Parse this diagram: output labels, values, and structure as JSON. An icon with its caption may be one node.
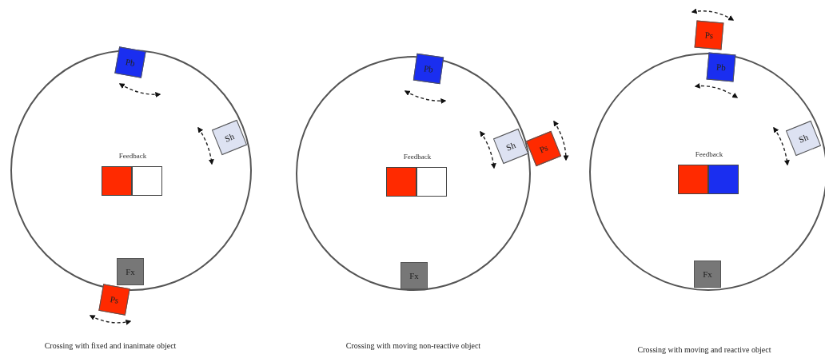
{
  "diagram": {
    "nodes": [
      {
        "text": [
          "Pb"
        ]
      },
      {
        "text": [
          "Sh"
        ]
      },
      {
        "text": [
          "Feedback"
        ]
      },
      {
        "text": [
          "Fx"
        ]
      },
      {
        "text": [
          "Ps"
        ]
      },
      {
        "text": [
          "Pb"
        ]
      },
      {
        "text": [
          "Sh"
        ]
      },
      {
        "text": [
          "Ps"
        ]
      },
      {
        "text": [
          "Feedback"
        ]
      },
      {
        "text": [
          "Fx"
        ]
      },
      {
        "text": [
          "Ps"
        ]
      },
      {
        "text": [
          "Pb"
        ]
      },
      {
        "text": [
          "Sh"
        ]
      },
      {
        "text": [
          "Feedback"
        ]
      },
      {
        "text": [
          "Fx"
        ]
      }
    ],
    "edges": [],
    "labels": [
      "Crossing with fixed and inanimate object",
      "Crossing with moving non-reactive object",
      "Crossing with moving and reactive object"
    ]
  }
}
